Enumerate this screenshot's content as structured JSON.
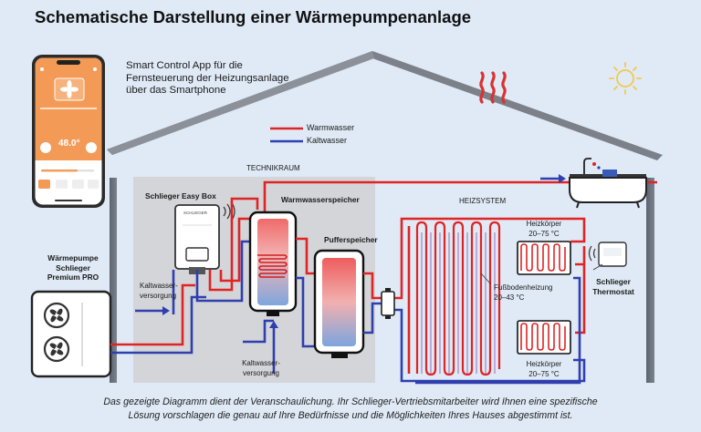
{
  "title": "Schematische Darstellung einer Wärmepumpenanlage",
  "app": {
    "text": "Smart Control App für die Fernsteuerung der Heizungsanlage über das Smartphone",
    "phone_temp": "48.0",
    "phone_unit": "°"
  },
  "legend": {
    "hot": "Warmwasser",
    "cold": "Kaltwasser",
    "hot_color": "#e02424",
    "cold_color": "#2f3fae"
  },
  "rooms": {
    "technikraum": "TECHNIKRAUM",
    "heizsystem": "HEIZSYSTEM"
  },
  "components": {
    "heat_pump_line1": "Wärmepumpe",
    "heat_pump_line2": "Schlieger",
    "heat_pump_line3": "Premium PRO",
    "easy_box": "Schlieger Easy Box",
    "easy_box_brand": "SCHLIEGER",
    "warmwasserspeicher": "Warmwasserspeicher",
    "pufferspeicher": "Pufferspeicher",
    "kaltwasser_1_line1": "Kaltwasser-",
    "kaltwasser_1_line2": "versorgung",
    "kaltwasser_2_line1": "Kaltwasser-",
    "kaltwasser_2_line2": "versorgung",
    "floor_heating_line1": "Fußbodenheizung",
    "floor_heating_line2": "20–43 °C",
    "radiator_top_line1": "Heizkörper",
    "radiator_top_line2": "20–75 °C",
    "radiator_bottom_line1": "Heizkörper",
    "radiator_bottom_line2": "20–75 °C",
    "thermostat_line1": "Schlieger",
    "thermostat_line2": "Thermostat"
  },
  "footer": {
    "line1": "Das gezeigte Diagramm dient der Veranschaulichung. Ihr Schlieger-Vertriebsmitarbeiter wird Ihnen eine spezifische",
    "line2": "Lösung vorschlagen die genau auf Ihre Bedürfnisse und die Möglichkeiten Ihres Hauses abgestimmt ist."
  }
}
